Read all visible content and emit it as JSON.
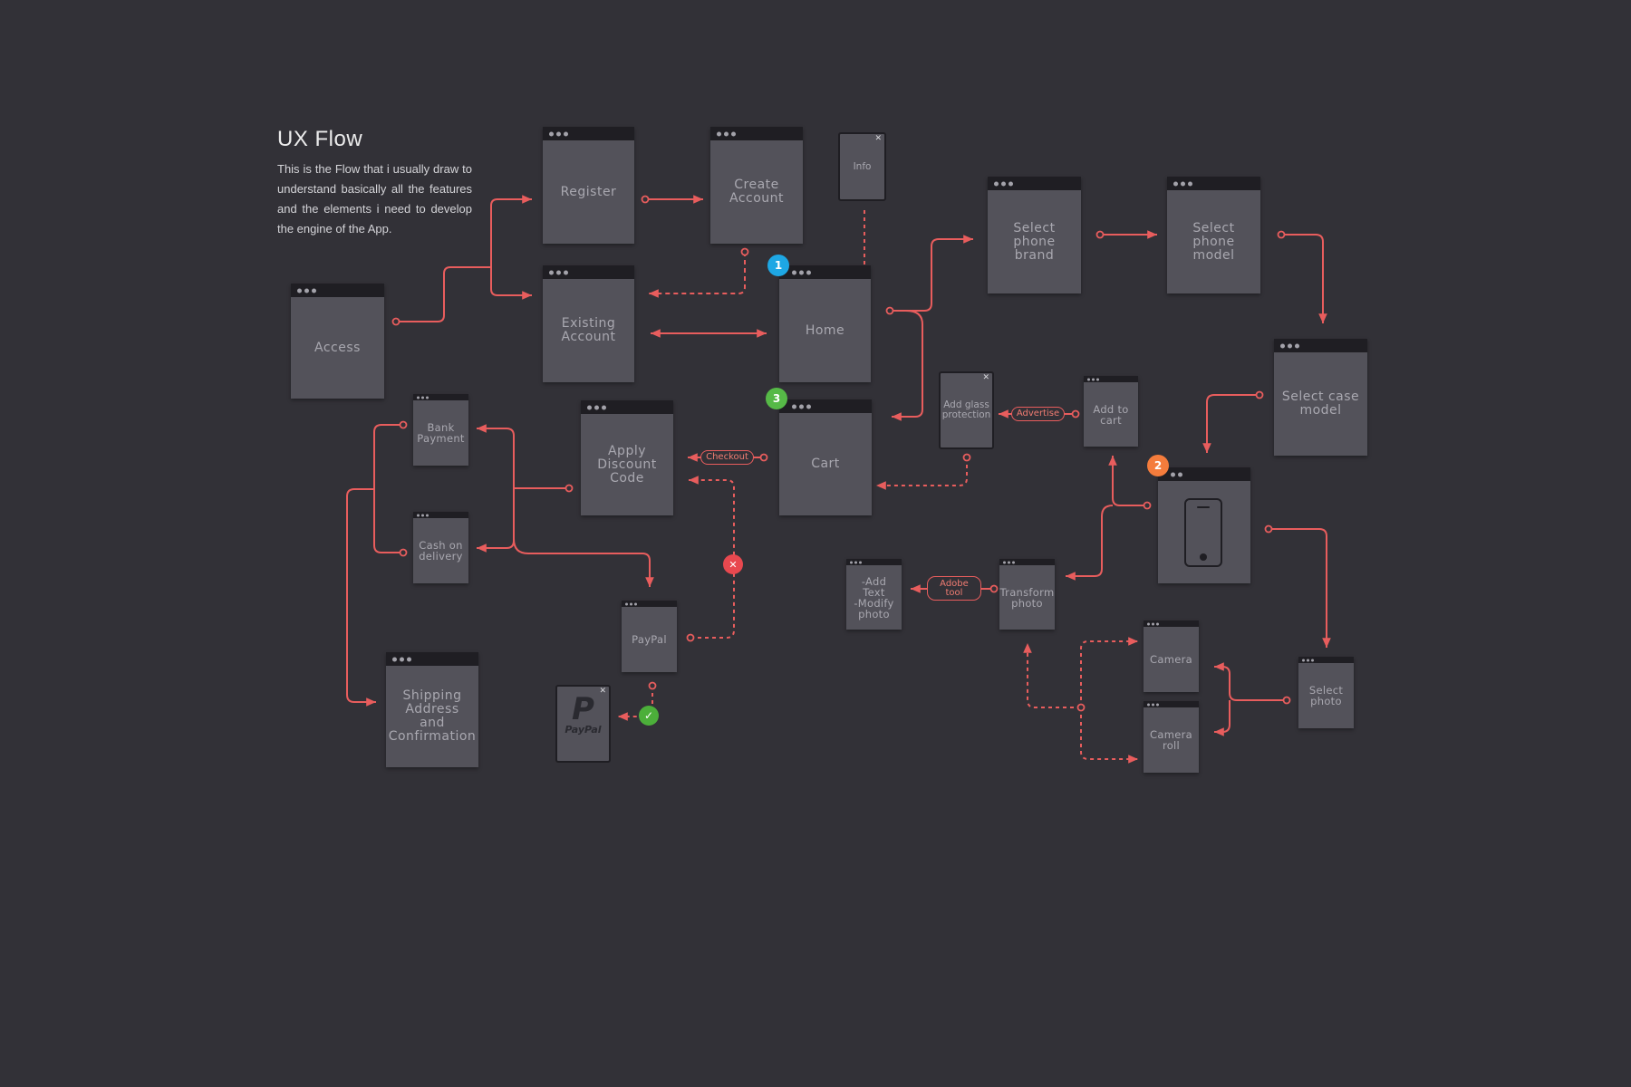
{
  "header": {
    "title": "UX Flow",
    "description": "This is the Flow that i usually draw to understand basically all the features and the elements i need to develop the engine of the App."
  },
  "screens": {
    "access": "Access",
    "register": "Register",
    "create_account": "Create\nAccount",
    "existing_account": "Existing\nAccount",
    "home": "Home",
    "cart": "Cart",
    "apply_discount": "Apply\nDiscount\nCode",
    "bank_payment": "Bank\nPayment",
    "cash_on_delivery": "Cash on\ndelivery",
    "paypal": "PayPal",
    "shipping": "Shipping\nAddress\nand\nConfirmation",
    "select_brand": "Select phone\nbrand",
    "select_model": "Select phone\nmodel",
    "select_case": "Select case\nmodel",
    "add_to_cart": "Add to\ncart",
    "transform_photo": "Transform\nphoto",
    "add_text": "-Add Text\n-Modify\nphoto",
    "camera": "Camera",
    "camera_roll": "Camera\nroll",
    "select_photo": "Select\nphoto"
  },
  "popups": {
    "info": "Info",
    "glass": "Add glass\nprotection",
    "close_glyph": "✕",
    "paypal_logo_p": "P",
    "paypal_logo_word": "PayPal"
  },
  "pills": {
    "checkout": "Checkout",
    "advertise": "Advertise",
    "adobe": "Adobe\ntool"
  },
  "badges": {
    "one": "1",
    "two": "2",
    "three": "3",
    "fail": "✕",
    "ok": "✓"
  },
  "colors": {
    "background": "#323137",
    "card": "#53525a",
    "bar": "#1f1e23",
    "connector": "#e85d5d",
    "badge_blue": "#1ea7e4",
    "badge_orange": "#f47c3c",
    "badge_green": "#56b947",
    "badge_red": "#e8484f",
    "badge_check": "#4caf3a"
  }
}
